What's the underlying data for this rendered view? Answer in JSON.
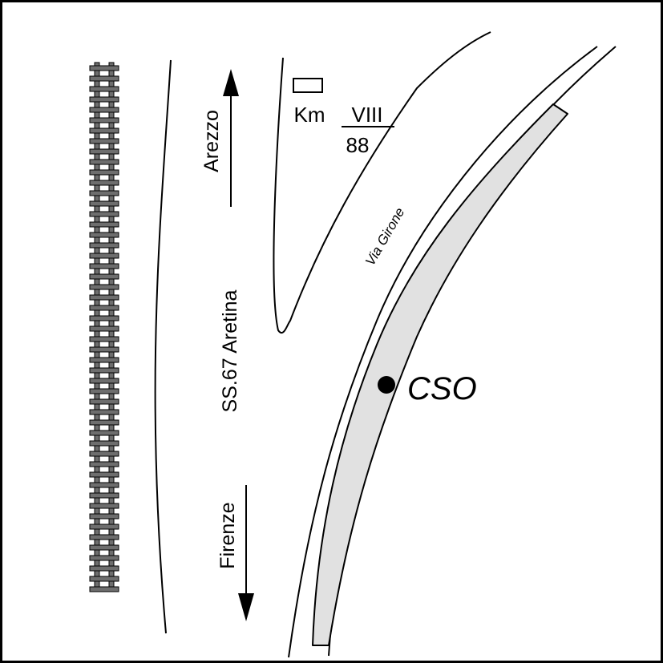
{
  "map": {
    "colors": {
      "ink": "#000000",
      "rail_fill": "#6e6e6e",
      "channel_fill": "#e1e1e1",
      "background": "#ffffff"
    },
    "labels": {
      "arezzo": "Arezzo",
      "firenze": "Firenze",
      "road": "SS.67 Aretina",
      "via": "Via Girone",
      "km": "Km",
      "km_roman": "VIII",
      "km_number": "88",
      "station": "CSO"
    },
    "icons": {
      "railway": "railway-track-icon",
      "arrow_north": "arrow-up-icon",
      "arrow_south": "arrow-down-icon",
      "marker": "location-dot-icon",
      "milestone": "milestone-box-icon"
    }
  }
}
